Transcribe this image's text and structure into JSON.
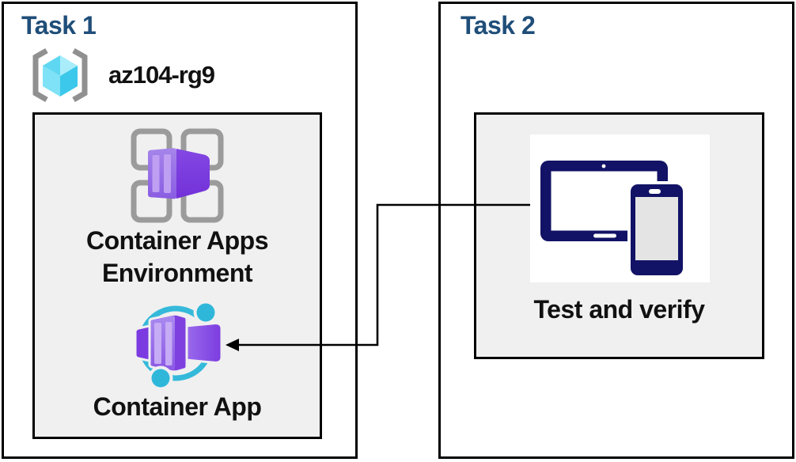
{
  "task1": {
    "title": "Task 1",
    "resource_group_name": "az104-rg9",
    "environment_label_line1": "Container Apps",
    "environment_label_line2": "Environment",
    "container_app_label": "Container App"
  },
  "task2": {
    "title": "Task 2",
    "test_label": "Test and verify"
  },
  "connector": {
    "from": "Test and verify",
    "to": "Container App",
    "style": "elbow-arrow"
  },
  "icons": {
    "resource_group": "azure-resource-group-icon",
    "environment": "container-apps-environment-icon",
    "container_app": "container-app-icon",
    "devices": "tablet-and-phone-devices-icon"
  },
  "colors": {
    "title_blue": "#1F4E79",
    "panel_fill": "#F0F0F0",
    "panel_border": "#000000",
    "azure_purple": "#8A5CE2",
    "azure_purple_dark": "#7B3BE0",
    "azure_cyan": "#35B9DA",
    "device_navy": "#121266",
    "resource_cube_cyan": "#64D9F3",
    "bracket_gray": "#909090",
    "label_black": "#111111"
  }
}
